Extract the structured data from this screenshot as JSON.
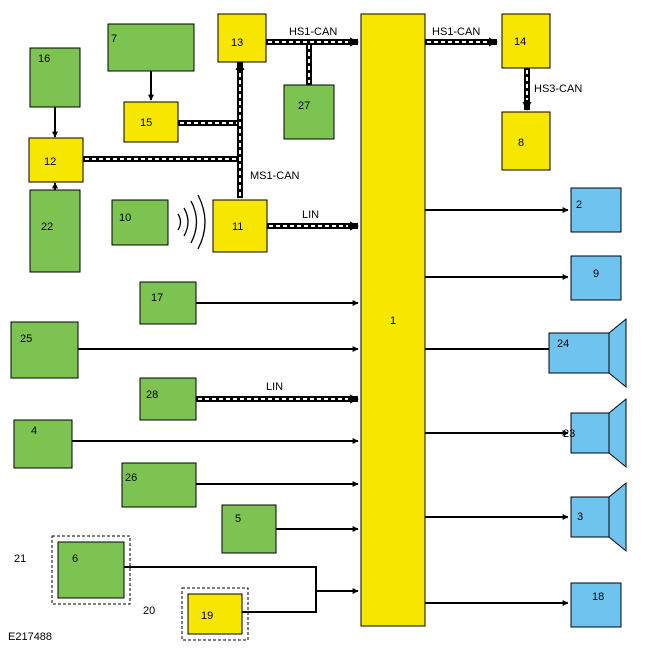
{
  "diagram_id": "E217488",
  "colors": {
    "yellow": "#f7e600",
    "green": "#7dc352",
    "blue": "#6ec4ee",
    "line": "#000000"
  },
  "boxes": [
    {
      "id": "1",
      "color": "yellow"
    },
    {
      "id": "2",
      "color": "blue"
    },
    {
      "id": "3",
      "color": "blue"
    },
    {
      "id": "4",
      "color": "green"
    },
    {
      "id": "5",
      "color": "green"
    },
    {
      "id": "6",
      "color": "green"
    },
    {
      "id": "7",
      "color": "green"
    },
    {
      "id": "8",
      "color": "yellow"
    },
    {
      "id": "9",
      "color": "blue"
    },
    {
      "id": "10",
      "color": "green"
    },
    {
      "id": "11",
      "color": "yellow"
    },
    {
      "id": "12",
      "color": "yellow"
    },
    {
      "id": "13",
      "color": "yellow"
    },
    {
      "id": "14",
      "color": "yellow"
    },
    {
      "id": "15",
      "color": "yellow"
    },
    {
      "id": "16",
      "color": "green"
    },
    {
      "id": "17",
      "color": "green"
    },
    {
      "id": "18",
      "color": "blue"
    },
    {
      "id": "19",
      "color": "yellow"
    },
    {
      "id": "22",
      "color": "green"
    },
    {
      "id": "23",
      "color": "blue"
    },
    {
      "id": "24",
      "color": "blue"
    },
    {
      "id": "25",
      "color": "green"
    },
    {
      "id": "26",
      "color": "green"
    },
    {
      "id": "27",
      "color": "green"
    },
    {
      "id": "28",
      "color": "green"
    }
  ],
  "group_labels": [
    "21",
    "20"
  ],
  "bus_labels": {
    "hs1_can_a": "HS1-CAN",
    "hs1_can_b": "HS1-CAN",
    "hs3_can": "HS3-CAN",
    "ms1_can": "MS1-CAN",
    "lin_a": "LIN",
    "lin_b": "LIN"
  }
}
